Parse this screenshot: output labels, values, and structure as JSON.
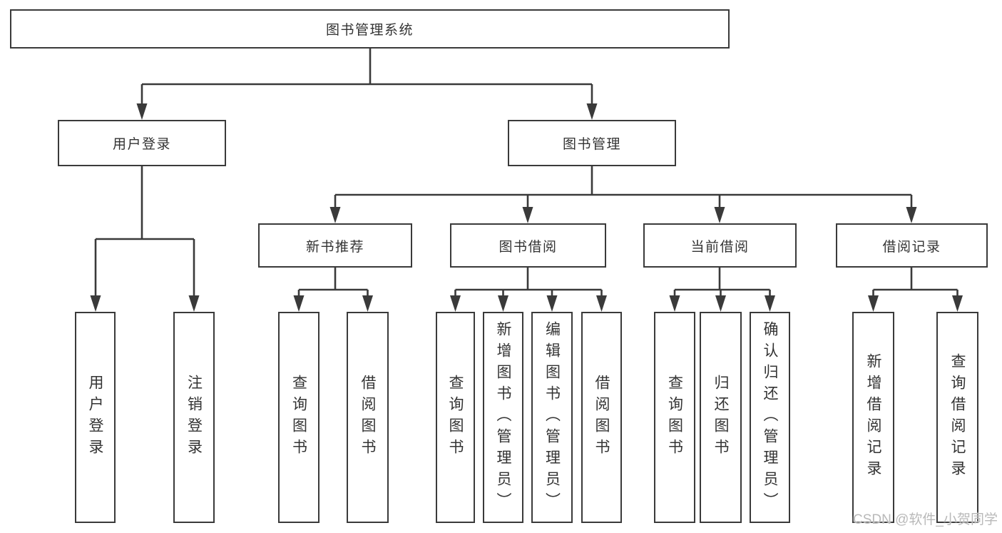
{
  "diagram": {
    "type": "tree",
    "tree": {
      "label": "图书管理系统",
      "children": [
        {
          "label": "用户登录",
          "children": [
            {
              "label": "用户登录"
            },
            {
              "label": "注销登录"
            }
          ]
        },
        {
          "label": "图书管理",
          "children": [
            {
              "label": "新书推荐",
              "children": [
                {
                  "label": "查询图书"
                },
                {
                  "label": "借阅图书"
                }
              ]
            },
            {
              "label": "图书借阅",
              "children": [
                {
                  "label": "查询图书"
                },
                {
                  "label": "新增图书（管理员）"
                },
                {
                  "label": "编辑图书（管理员）"
                },
                {
                  "label": "借阅图书"
                }
              ]
            },
            {
              "label": "当前借阅",
              "children": [
                {
                  "label": "查询图书"
                },
                {
                  "label": "归还图书"
                },
                {
                  "label": "确认归还（管理员）"
                }
              ]
            },
            {
              "label": "借阅记录",
              "children": [
                {
                  "label": "新增借阅记录"
                },
                {
                  "label": "查询借阅记录"
                }
              ]
            }
          ]
        }
      ]
    },
    "watermark": "CSDN @软件_小贺同学",
    "colors": {
      "line": "#3a3a3a",
      "text": "#333333",
      "box_fill": "#ffffff",
      "watermark": "#b9b9b9",
      "background": "#ffffff"
    }
  }
}
